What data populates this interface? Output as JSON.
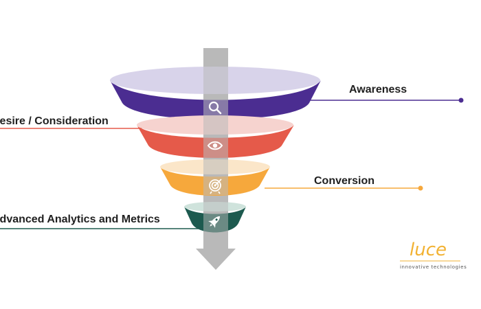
{
  "diagram": {
    "type": "marketing-funnel",
    "stages": [
      {
        "label": "Awareness",
        "icon": "magnifier-icon",
        "color": "#4b2d91",
        "rim_color": "#d8d3ea",
        "line_color": "#4b2d91"
      },
      {
        "label": "Desire / Consideration",
        "icon": "eye-icon",
        "color": "#e55a4a",
        "rim_color": "#f6d3cf",
        "line_color": "#e55a4a"
      },
      {
        "label": "Conversion",
        "icon": "target-icon",
        "color": "#f6a83c",
        "rim_color": "#fbe6c9",
        "line_color": "#f6a83c"
      },
      {
        "label": "Advanced Analytics and Metrics",
        "icon": "rocket-icon",
        "color": "#1d5a4f",
        "rim_color": "#cfe3dc",
        "line_color": "#1d5a4f"
      }
    ],
    "arrow_color": "#b9b9b9"
  },
  "logo": {
    "name": "luce",
    "tagline": "innovative technologies",
    "color": "#f2b233"
  }
}
